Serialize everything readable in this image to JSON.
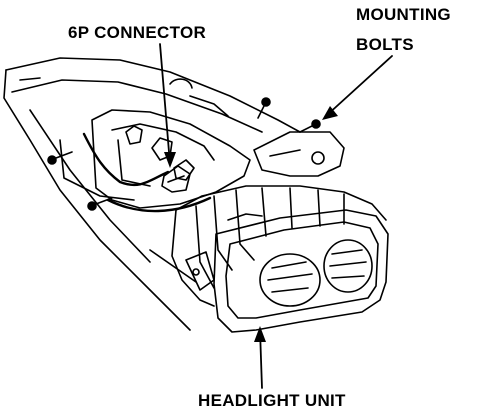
{
  "figure": {
    "labels": {
      "connector": "6P CONNECTOR",
      "mounting_line1": "MOUNTING",
      "mounting_line2": "BOLTS",
      "headlight": "HEADLIGHT UNIT"
    },
    "colors": {
      "ink": "#000000",
      "paper": "#ffffff"
    }
  }
}
